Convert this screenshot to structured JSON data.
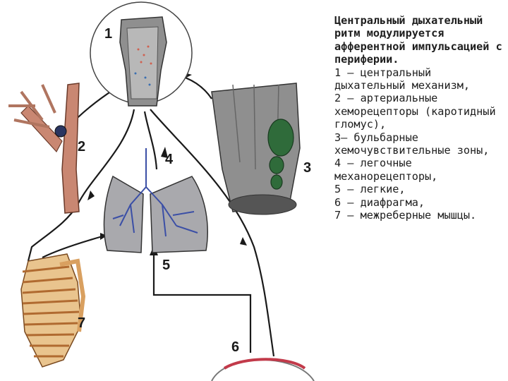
{
  "diagram": {
    "labels": {
      "n1": "1",
      "n2": "2",
      "n3": "3",
      "n4": "4",
      "n5": "5",
      "n6": "6",
      "n7": "7"
    },
    "colors": {
      "brainstem": "#8f8f8f",
      "artery": "#c98772",
      "chemozone": "#2f6b3a",
      "lung_fill": "#a9a9ad",
      "bronchi": "#3b4fa6",
      "ribs": "#d9a060",
      "diaphragm": "#c23a4a",
      "nerve": "#1a1a1a"
    }
  },
  "caption": {
    "title": "Центральный дыхательный ритм модулируется афферентной импульсацией с периферии.",
    "items": [
      "1 — центральный дыхательный механизм,",
      " 2 — артериальные хеморецепторы (каротидный гломус),",
      "3— бульбарные хемочувствительные зоны,",
      "4 — легочные механорецепторы,",
      "5 — легкие,",
      "6 — диафрагма,",
      "7 — межреберные мышцы."
    ]
  }
}
